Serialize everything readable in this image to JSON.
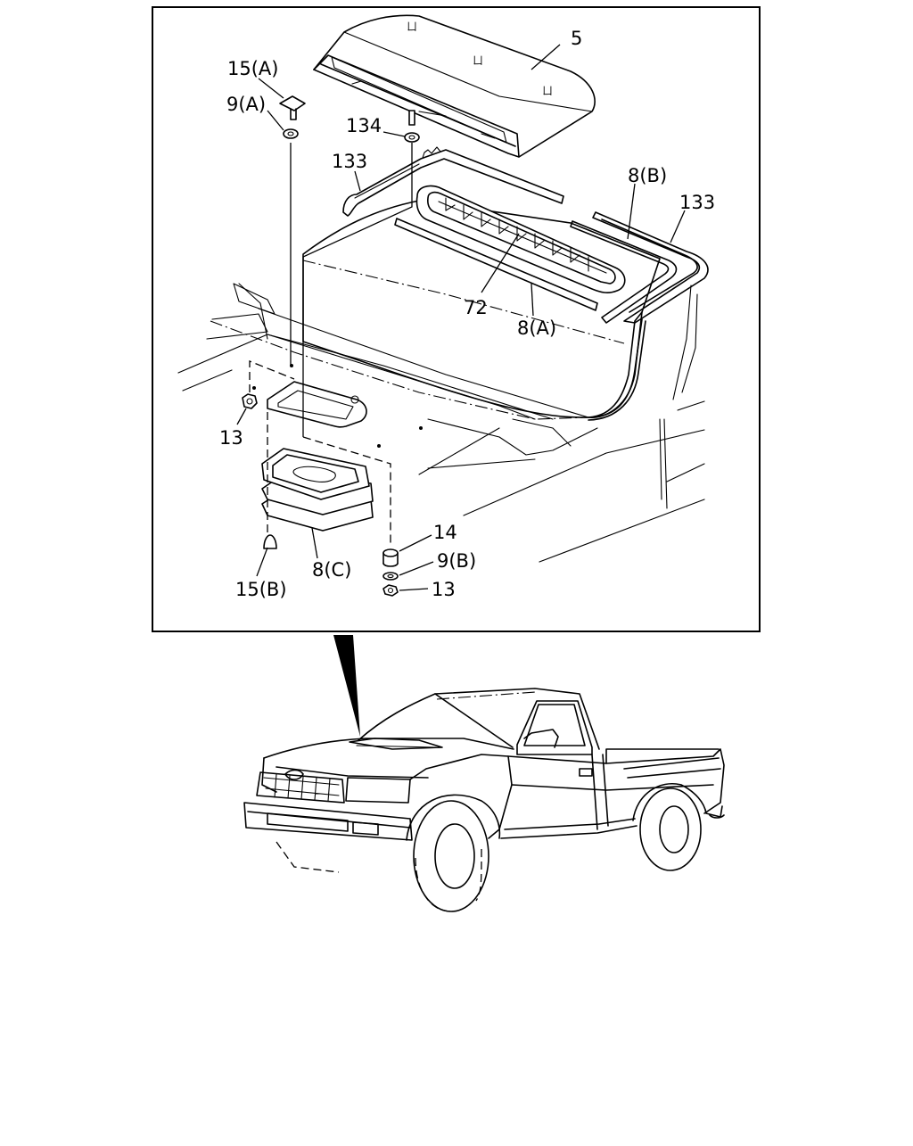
{
  "diagram": {
    "callouts": [
      {
        "id": "c5",
        "text": "5"
      },
      {
        "id": "c15a",
        "text": "15(A)"
      },
      {
        "id": "c9a",
        "text": "9(A)"
      },
      {
        "id": "c134",
        "text": "134"
      },
      {
        "id": "c133l",
        "text": "133"
      },
      {
        "id": "c8b",
        "text": "8(B)"
      },
      {
        "id": "c133r",
        "text": "133"
      },
      {
        "id": "c72",
        "text": "72"
      },
      {
        "id": "c8a",
        "text": "8(A)"
      },
      {
        "id": "c13l",
        "text": "13"
      },
      {
        "id": "c14",
        "text": "14"
      },
      {
        "id": "c9b",
        "text": "9(B)"
      },
      {
        "id": "c13r",
        "text": "13"
      },
      {
        "id": "c8c",
        "text": "8(C)"
      },
      {
        "id": "c15b",
        "text": "15(B)"
      }
    ]
  }
}
